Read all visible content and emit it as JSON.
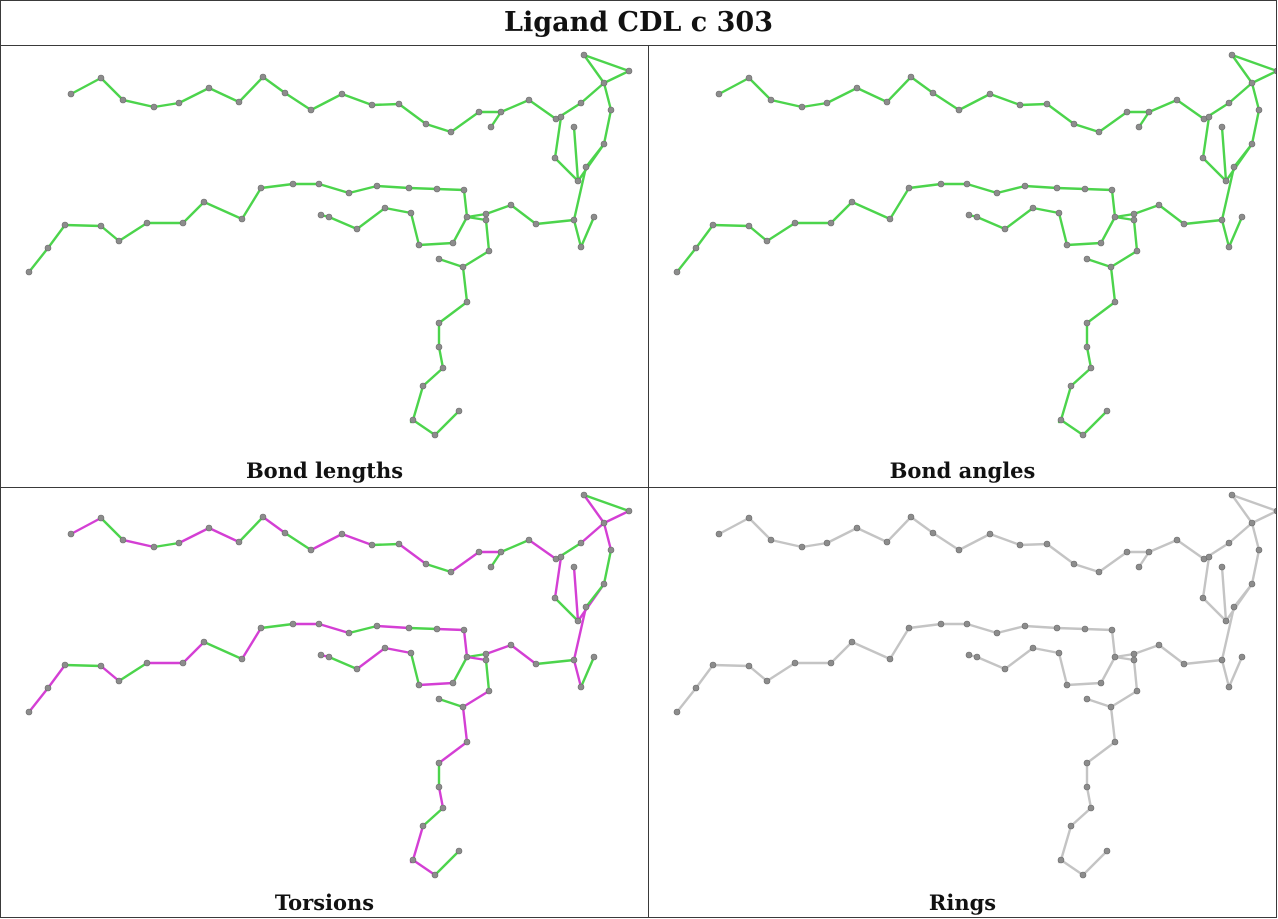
{
  "title": "Ligand CDL c 303",
  "panels": [
    {
      "id": "bond-lengths",
      "caption": "Bond lengths",
      "mode": "green"
    },
    {
      "id": "bond-angles",
      "caption": "Bond angles",
      "mode": "green"
    },
    {
      "id": "torsions",
      "caption": "Torsions",
      "mode": "torsion"
    },
    {
      "id": "rings",
      "caption": "Rings",
      "mode": "grey"
    }
  ],
  "colors": {
    "green": "#4cd44c",
    "magenta": "#d43fd4",
    "grey": "#c4c4c4",
    "atom": "#8c8c8c",
    "border": "#3a3a3a"
  }
}
